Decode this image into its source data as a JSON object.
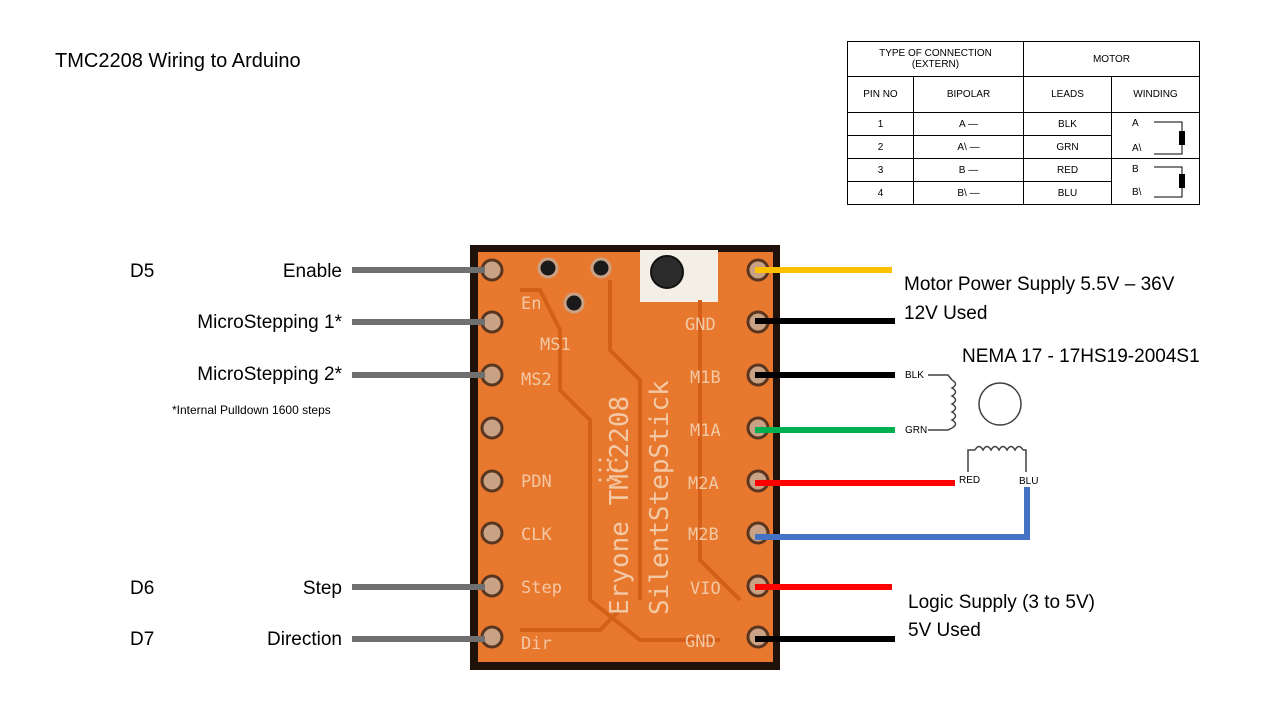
{
  "title": "TMC2208 Wiring to Arduino",
  "left_pins": [
    {
      "arduino": "D5",
      "label": "Enable"
    },
    {
      "arduino": "",
      "label": "MicroStepping 1*"
    },
    {
      "arduino": "",
      "label": "MicroStepping 2*"
    },
    {
      "arduino": "D6",
      "label": "Step"
    },
    {
      "arduino": "D7",
      "label": "Direction"
    }
  ],
  "footnote": "*Internal Pulldown  1600 steps",
  "motor_power": {
    "line1": "Motor Power Supply 5.5V – 36V",
    "line2": "12V Used"
  },
  "logic_supply": {
    "line1": "Logic Supply (3 to 5V)",
    "line2": "5V Used"
  },
  "motor_model": "NEMA 17 - 17HS19-2004S1",
  "motor_leads": {
    "blk": "BLK",
    "grn": "GRN",
    "red": "RED",
    "blu": "BLU"
  },
  "board_silkscreen": {
    "en": "En",
    "ms1": "MS1",
    "ms2": "MS2",
    "pdn": "PDN",
    "clk": "CLK",
    "step": "Step",
    "dir": "Dir",
    "gnd_top": "GND",
    "m1b": "M1B",
    "m1a": "M1A",
    "m2a": "M2A",
    "m2b": "M2B",
    "vio": "VIO",
    "gnd_bottom": "GND",
    "vertical1": "Eryone TMC2208",
    "vertical2": "SilentStepStick"
  },
  "wire_colors": {
    "signal": "#707070",
    "motor_power": "#ffc000",
    "ground": "#000000",
    "m1b": "#000000",
    "m1a": "#00b050",
    "m2a": "#ff0000",
    "m2b": "#4472c4",
    "vio": "#ff0000"
  },
  "table": {
    "header_connection": "TYPE OF CONNECTION",
    "header_connection_sub": "(EXTERN)",
    "header_motor": "MOTOR",
    "col_pin": "PIN NO",
    "col_bipolar": "BIPOLAR",
    "col_leads": "LEADS",
    "col_winding": "WINDING",
    "rows": [
      {
        "pin": "1",
        "bipolar": "A  —",
        "lead": "BLK",
        "winding": "A"
      },
      {
        "pin": "2",
        "bipolar": "A\\  —",
        "lead": "GRN",
        "winding": "A\\"
      },
      {
        "pin": "3",
        "bipolar": "B  —",
        "lead": "RED",
        "winding": "B"
      },
      {
        "pin": "4",
        "bipolar": "B\\  —",
        "lead": "BLU",
        "winding": "B\\"
      }
    ]
  }
}
